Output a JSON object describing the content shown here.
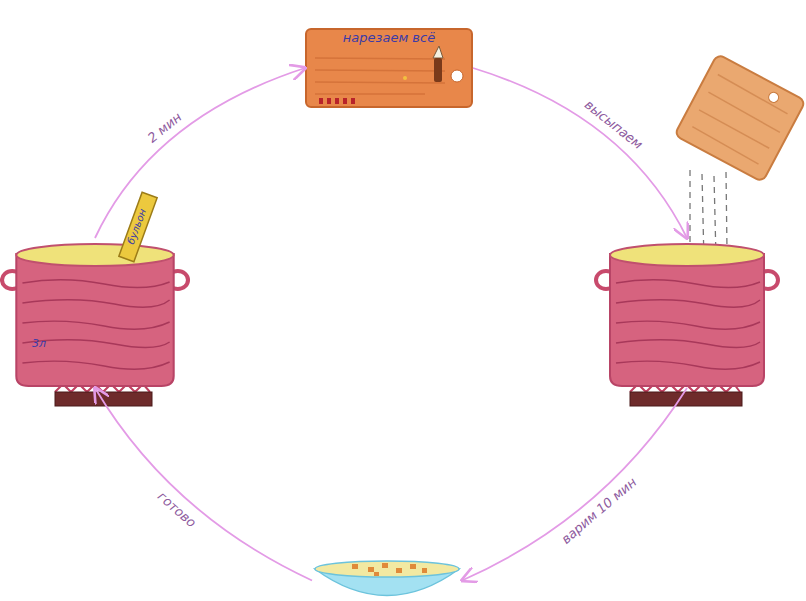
{
  "diagram": {
    "nodes": [
      {
        "text": [
          "нарезаем всё"
        ]
      },
      {
        "text": []
      },
      {
        "text": []
      },
      {
        "text": [
          "3л"
        ]
      },
      {
        "text": [
          "бульон"
        ]
      }
    ],
    "edges": [
      {
        "from": 0,
        "to": 1,
        "label": "высыпаем",
        "arrow": "to"
      },
      {
        "from": 1,
        "to": 2,
        "label": "варим 10 мин",
        "arrow": "to"
      },
      {
        "from": 2,
        "to": 3,
        "label": "готово",
        "arrow": "to"
      },
      {
        "from": 3,
        "to": 0,
        "label": "2 мин",
        "arrow": "to"
      }
    ]
  }
}
